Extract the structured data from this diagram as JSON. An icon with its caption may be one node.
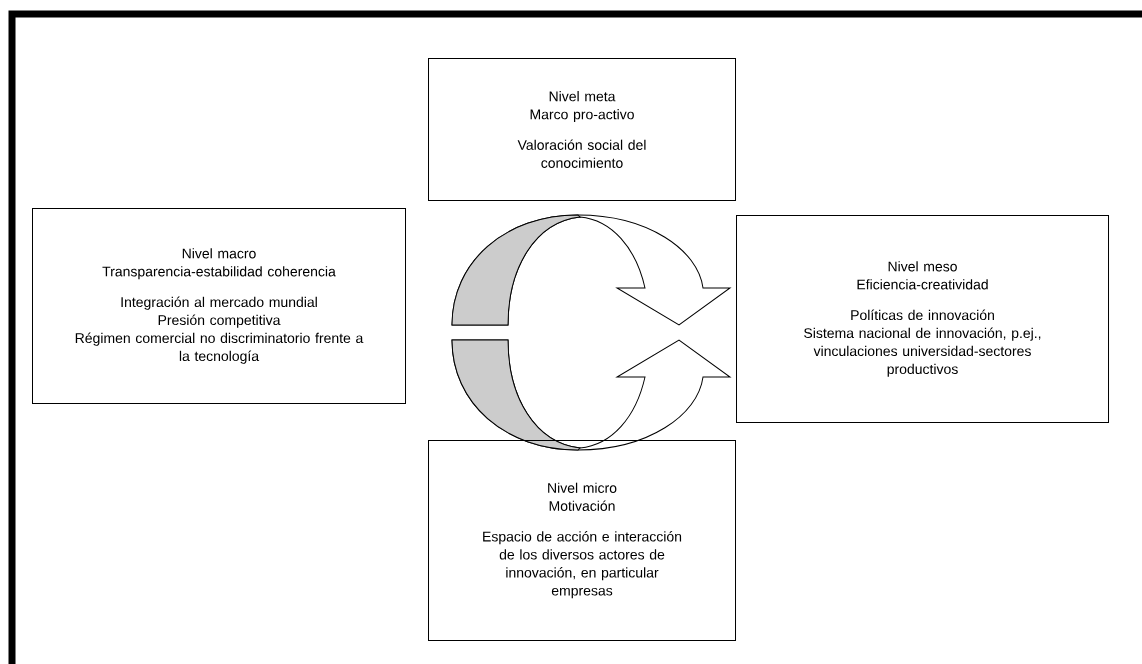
{
  "diagram": {
    "nodes": [
      {
        "text": [
          "Nivel meta",
          "Marco pro-activo",
          "Valoración social del conocimiento"
        ]
      },
      {
        "text": [
          "Nivel macro",
          "Transparencia-estabilidad coherencia",
          "Integración al mercado mundial",
          "Presión competitiva",
          "Régimen comercial no discriminatorio frente a la tecnología"
        ]
      },
      {
        "text": [
          "Nivel meso",
          "Eficiencia-creatividad",
          "Políticas de innovación",
          "Sistema nacional de innovación, p.ej., vinculaciones universidad-sectores productivos"
        ]
      },
      {
        "text": [
          "Nivel micro",
          "Motivación",
          "Espacio de acción e interacción de los diversos actores de innovación, en particular empresas"
        ]
      }
    ]
  }
}
